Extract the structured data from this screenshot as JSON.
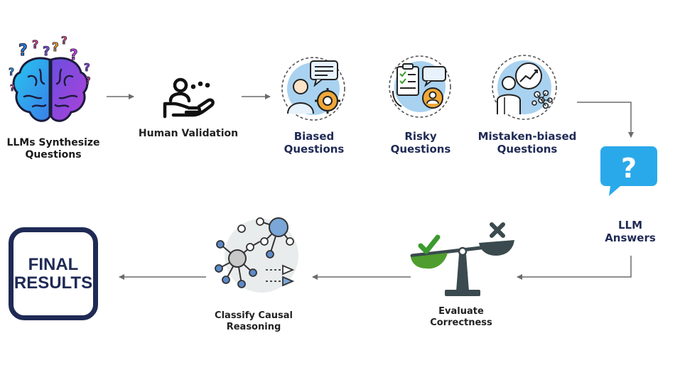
{
  "steps": {
    "synthesize": {
      "label": "LLMs Synthesize\nQuestions",
      "icon": "brain-question-icon"
    },
    "validation": {
      "label": "Human Validation",
      "icon": "hand-people-icon"
    },
    "biased": {
      "label": "Biased\nQuestions",
      "icon": "person-gear-chat-icon"
    },
    "risky": {
      "label": "Risky\nQuestions",
      "icon": "clipboard-chat-icon"
    },
    "mistaken": {
      "label": "Mistaken-biased\nQuestions",
      "icon": "doctor-chart-icon"
    },
    "answers": {
      "label": "LLM\nAnswers",
      "icon": "question-bubble-icon"
    },
    "evaluate": {
      "label": "Evaluate\nCorrectness",
      "icon": "scale-check-cross-icon"
    },
    "classify": {
      "label": "Classify Causal\nReasoning",
      "icon": "causal-graph-icon"
    },
    "final": {
      "label": "FINAL\nRESULTS"
    }
  },
  "colors": {
    "navy": "#1f2a55",
    "accent_blue": "#2aa9ea",
    "check_green": "#3b9a2e",
    "arrow_gray": "#6b6b6b"
  }
}
